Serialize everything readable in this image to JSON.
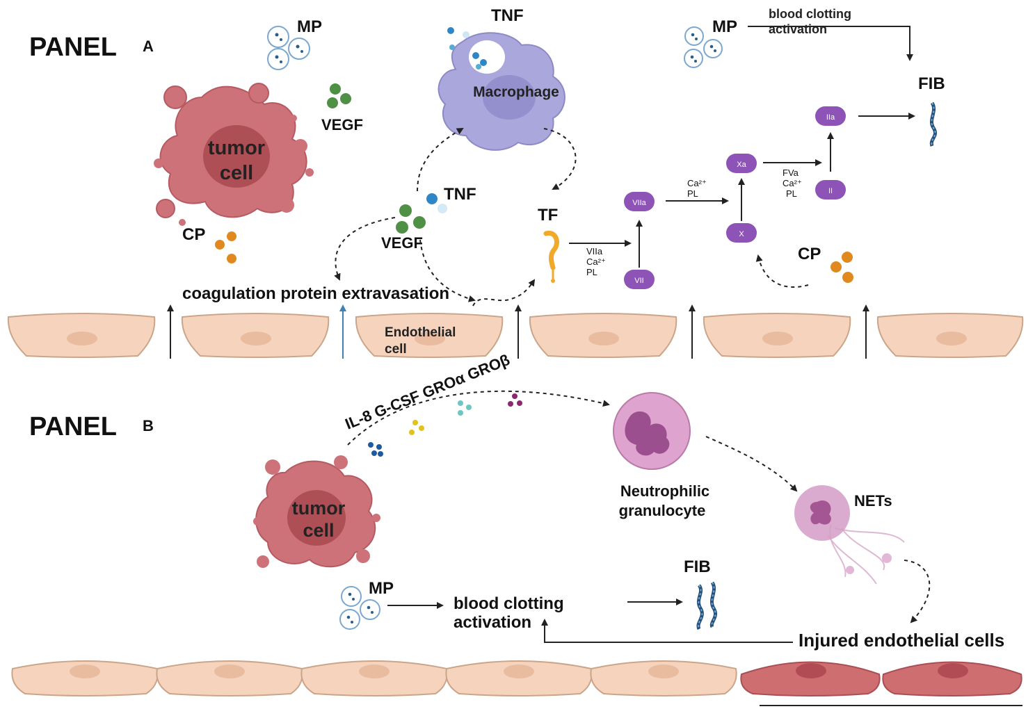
{
  "panel_a": {
    "panel_word": "PANEL",
    "panel_letter": "A",
    "tumor_cell_line1": "tumor",
    "tumor_cell_line2": "cell",
    "mp_left": "MP",
    "vegf_top": "VEGF",
    "cp_left": "CP",
    "tnf_top": "TNF",
    "macrophage": "Macrophage",
    "tnf_mid": "TNF",
    "vegf_mid": "VEGF",
    "tf": "TF",
    "extravasation": "coagulation protein extravasation",
    "endothelial_line1": "Endothelial",
    "endothelial_line2": "cell",
    "mp_right": "MP",
    "clotting_line1": "blood clotting",
    "clotting_line2": "activation",
    "fib": "FIB",
    "cp_right": "CP",
    "cascade": {
      "vii": "VII",
      "viia": "VIIa",
      "x": "X",
      "xa": "Xa",
      "ii": "II",
      "iia": "IIa",
      "tf_arrow_1": "VIIa",
      "tf_arrow_2": "Ca²⁺",
      "tf_arrow_3": "PL",
      "viia_arrow_1": "Ca²⁺",
      "viia_arrow_2": "PL",
      "xa_arrow_1": "FVa",
      "xa_arrow_2": "Ca²⁺",
      "xa_arrow_3": "PL"
    }
  },
  "panel_b": {
    "panel_word": "PANEL",
    "panel_letter": "B",
    "cytokines": "IL-8  G-CSF  GROα  GROβ",
    "tumor_cell_line1": "tumor",
    "tumor_cell_line2": "cell",
    "neutrophil_line1": "Neutrophilic",
    "neutrophil_line2": "granulocyte",
    "nets": "NETs",
    "mp": "MP",
    "clotting_line1": "blood clotting",
    "clotting_line2": "activation",
    "fib": "FIB",
    "injured": "Injured endothelial cells"
  },
  "colors": {
    "tumor": "#c96a6f",
    "tumor_nucleus": "#a4474e",
    "macrophage": "#a9a6dc",
    "endothelial": "#f5d3bd",
    "injured_endothelial": "#cf6e70",
    "factor": "#8e53b7",
    "vegf": "#4f8f46",
    "cp": "#e0891f",
    "tnf": "#2f86c6",
    "neutrophil": "#d9a0cc"
  }
}
